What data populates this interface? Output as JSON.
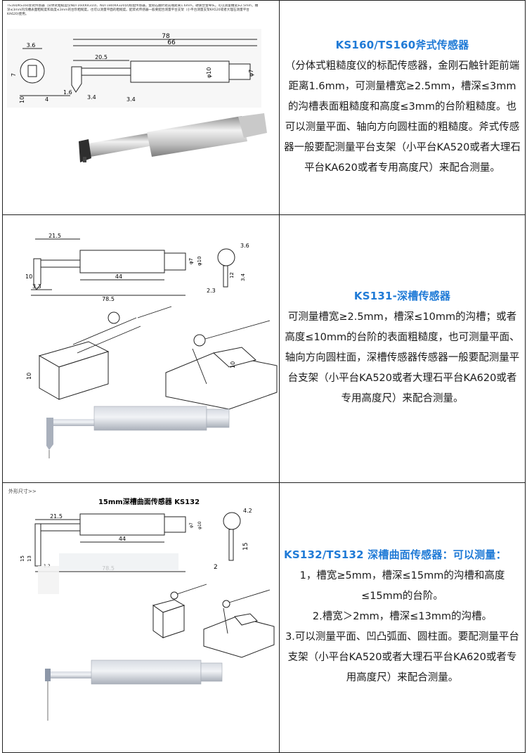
{
  "rows": [
    {
      "title": "KS160/TS160斧式传感器",
      "body": "（分体式粗糙度仪的标配传感器，金刚石触针距前端距离1.6mm，可测量槽宽≥2.5mm，槽深≤3mm的沟槽表面粗糙度和高度≤3mm的台阶粗糙度。也可以测量平面、轴向方向圆柱面的粗糙度。斧式传感器一般要配测量平台支架（小平台KA520或者大理石平台KA620或者专用高度尺）来配合测量。",
      "drawing_caption": "TS160/KS160斧式传感器（分体式粗糙度仪NDT160(KR310)、NDT180(KR320)的标配传感器，金刚石触针距前端距离1.6mm，硬质合金导头。可以测量槽宽≥2.5mm，槽深≤3mm的沟槽表面粗糙度和高度≤3mm的台阶粗糙度。也可以测量平面的粗糙度。配斧式传感器一般要配合测量平台支架（小平台测量支架KA520或者大理石测量平台KA620)使用。",
      "dims": {
        "d78": "78",
        "d66": "66",
        "d36": "3.6",
        "d205": "20.5",
        "d10": "φ10",
        "d7": "φ7",
        "d7b": "7",
        "d16": "1.6",
        "d4": "4",
        "d34": "3.4",
        "d34b": "3.4",
        "d10b": "10"
      }
    },
    {
      "title": "KS131-深槽传感器",
      "body": "可测量槽宽≥2.5mm，槽深≤10mm的沟槽；或者高度≤10mm的台阶的表面粗糙度，也可测量平面、轴向方向圆柱面，深槽传感器传感器一般要配测量平台支架（小平台KA520或者大理石平台KA620或者专用高度尺）来配合测量。",
      "dims": {
        "d215": "21.5",
        "d44": "44",
        "d785": "78.5",
        "d33": "3.3",
        "d10": "10",
        "d36": "3.6",
        "d7": "φ7",
        "d10b": "φ10",
        "d23": "2.3",
        "d12": "12",
        "d34": "3.4",
        "d10c": "10",
        "d10d": "10"
      }
    },
    {
      "title": "KS132/TS132 深槽曲面传感器：可以测量：",
      "lines": [
        "1，槽宽≥5mm，槽深≤15mm的沟槽和高度≤15mm的台阶。",
        "2.槽宽＞2mm，槽深≤13mm的沟槽。",
        "3.可以测量平面、凹凸弧面、圆柱面。要配测量平台支架（小平台KA520或者大理石平台KA620或者专用高度尺）来配合测量。"
      ],
      "outline_label": "外形尺寸>>",
      "drawing_title": "15mm深槽曲面传感器 KS132",
      "dims": {
        "d215": "21.5",
        "d44": "44",
        "d785": "78.5",
        "d15": "15",
        "d13": "13",
        "d12": "1.2",
        "d42": "4.2",
        "d7": "φ7",
        "d10": "φ10",
        "d2": "2",
        "d15b": "15"
      }
    }
  ]
}
